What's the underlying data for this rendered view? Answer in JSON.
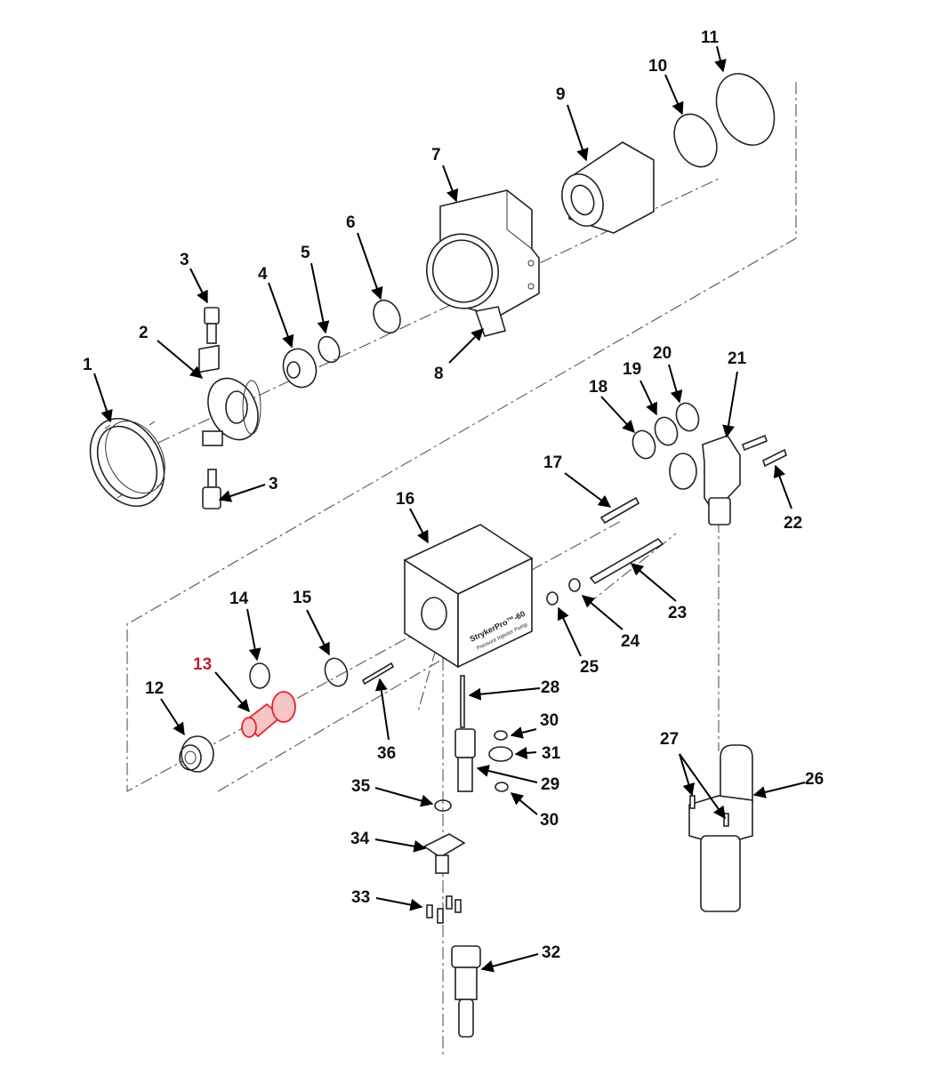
{
  "diagram": {
    "highlight_color": "#b3262c",
    "highlighted_part": "13",
    "callouts": [
      "1",
      "2",
      "3",
      "3",
      "4",
      "5",
      "6",
      "7",
      "8",
      "9",
      "10",
      "11",
      "12",
      "13",
      "14",
      "15",
      "16",
      "17",
      "18",
      "19",
      "20",
      "21",
      "22",
      "23",
      "24",
      "25",
      "26",
      "27",
      "28",
      "29",
      "30",
      "30",
      "31",
      "32",
      "33",
      "34",
      "35",
      "36"
    ],
    "nameplate": {
      "line1": "StrykerPro™-60",
      "line2": "Pressure Injector Pump"
    }
  }
}
